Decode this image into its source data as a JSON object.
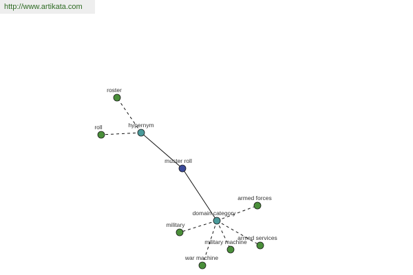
{
  "header": {
    "url": "http://www.artikata.com"
  },
  "graph": {
    "nodes": [
      {
        "id": "muster-roll",
        "label": "muster roll",
        "kind": "center",
        "color": "#3b4a9a"
      },
      {
        "id": "hypernym",
        "label": "hypernym",
        "kind": "relation",
        "color": "#4a9a9a"
      },
      {
        "id": "domain-category",
        "label": "domain category",
        "kind": "relation",
        "color": "#4a9a9a"
      },
      {
        "id": "roster",
        "label": "roster",
        "kind": "term",
        "color": "#4a8f3a"
      },
      {
        "id": "roll",
        "label": "roll",
        "kind": "term",
        "color": "#4a8f3a"
      },
      {
        "id": "armed-forces",
        "label": "armed forces",
        "kind": "term",
        "color": "#4a8f3a"
      },
      {
        "id": "military",
        "label": "military",
        "kind": "term",
        "color": "#4a8f3a"
      },
      {
        "id": "armed-services",
        "label": "armed services",
        "kind": "term",
        "color": "#4a8f3a"
      },
      {
        "id": "military-machine",
        "label": "military machine",
        "kind": "term",
        "color": "#4a8f3a"
      },
      {
        "id": "war-machine",
        "label": "war machine",
        "kind": "term",
        "color": "#4a8f3a"
      }
    ],
    "edges": [
      {
        "from": "muster-roll",
        "to": "hypernym",
        "style": "solid"
      },
      {
        "from": "muster-roll",
        "to": "domain-category",
        "style": "solid"
      },
      {
        "from": "hypernym",
        "to": "roster",
        "style": "dashed"
      },
      {
        "from": "hypernym",
        "to": "roll",
        "style": "dashed"
      },
      {
        "from": "domain-category",
        "to": "armed-forces",
        "style": "dashed"
      },
      {
        "from": "domain-category",
        "to": "military",
        "style": "dashed"
      },
      {
        "from": "domain-category",
        "to": "armed-services",
        "style": "dashed"
      },
      {
        "from": "domain-category",
        "to": "military-machine",
        "style": "dashed"
      },
      {
        "from": "domain-category",
        "to": "war-machine",
        "style": "dashed"
      }
    ]
  }
}
